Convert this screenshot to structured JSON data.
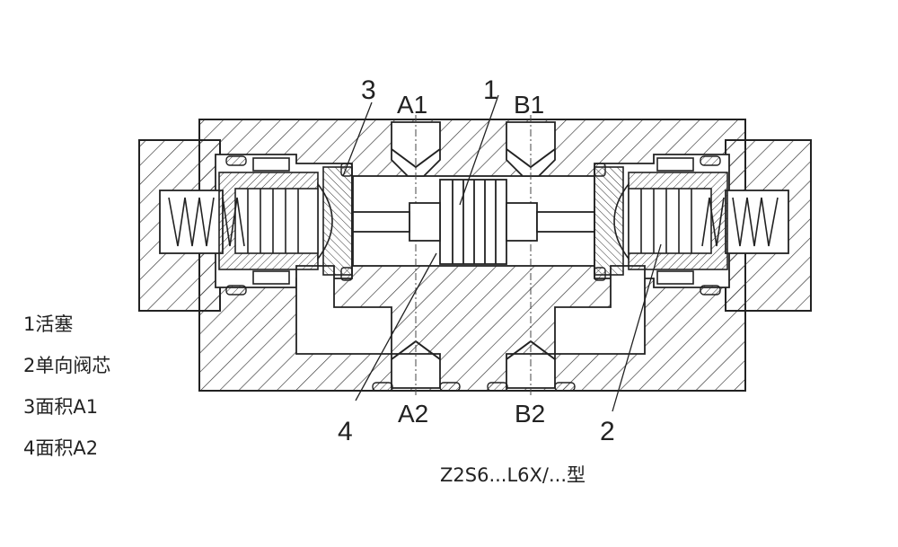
{
  "callouts": {
    "piston": "1",
    "check_valve": "2",
    "area_a1": "3",
    "area_a2": "4"
  },
  "ports": {
    "a1": "A1",
    "b1": "B1",
    "a2": "A2",
    "b2": "B2"
  },
  "legend": [
    "1活塞",
    "2单向阀芯",
    "3面积A1",
    "4面积A2"
  ],
  "model_label": "Z2S6...L6X/...型"
}
